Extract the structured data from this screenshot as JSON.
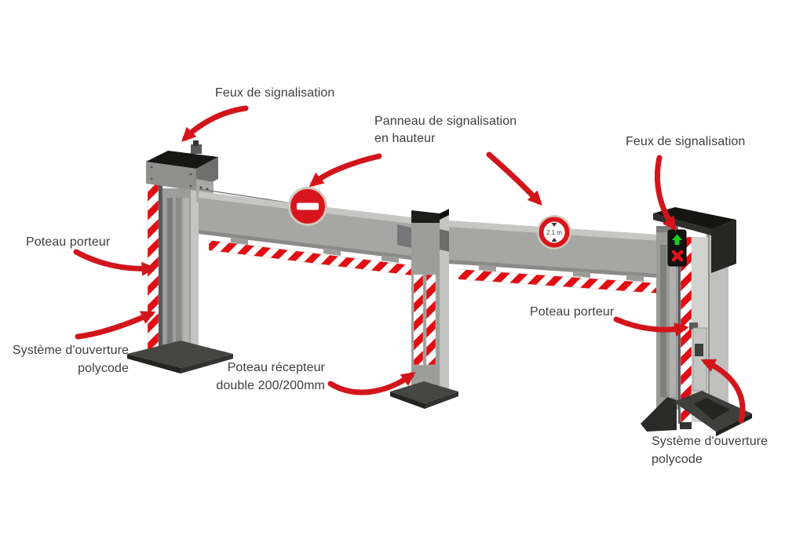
{
  "labels": {
    "feux_left": "Feux de signalisation",
    "panneau_line1": "Panneau de signalisation",
    "panneau_line2": "en hauteur",
    "feux_right": "Feux de signalisation",
    "poteau_porteur_left": "Poteau porteur",
    "systeme_left_line1": "Système d'ouverture",
    "systeme_left_line2": "polycode",
    "poteau_recepteur_line1": "Poteau récepteur",
    "poteau_recepteur_line2": "double 200/200mm",
    "poteau_porteur_right": "Poteau porteur",
    "systeme_right_line1": "Système d'ouverture",
    "systeme_right_line2": "polycode"
  },
  "signs": {
    "height_limit_value": "2.1 m",
    "no_entry_icon": "no-entry-sign",
    "traffic_light_go_icon": "green-up-arrow",
    "traffic_light_stop_icon": "red-cross"
  },
  "colors": {
    "accent_red": "#d2151b",
    "hazard_red": "#e20d13",
    "label_text": "#3d3d3d",
    "structure_gray": "#9d9d9b",
    "signal_green": "#17cf1e"
  }
}
